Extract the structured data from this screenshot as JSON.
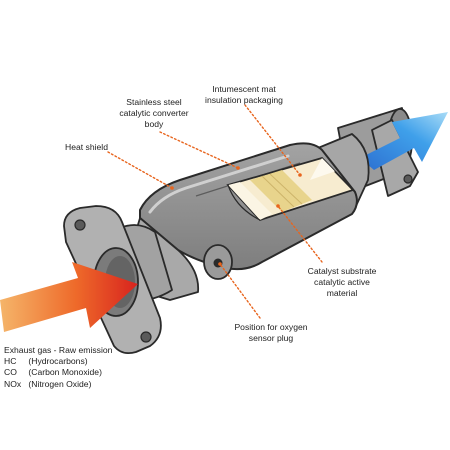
{
  "labels": {
    "mat": [
      "Intumescent mat",
      "insulation packaging"
    ],
    "body": [
      "Stainless steel",
      "catalytic converter",
      "body"
    ],
    "shield": "Heat shield",
    "substrate": [
      "Catalyst substrate",
      "catalytic active",
      "material"
    ],
    "sensor": [
      "Position for oxygen",
      "sensor plug"
    ]
  },
  "emission": {
    "title": "Exhaust gas - Raw emission",
    "items": [
      {
        "abbr": "HC",
        "name": "(Hydrocarbons)"
      },
      {
        "abbr": "CO",
        "name": "(Carbon Monoxide)"
      },
      {
        "abbr": "NOx",
        "name": "(Nitrogen Oxide)"
      }
    ]
  },
  "colors": {
    "metal_dark": "#8f8f8f",
    "metal_mid": "#bdbdbd",
    "metal_light": "#e4e4e4",
    "outline": "#2a2a2a",
    "substrate_cream": "#f7ecd0",
    "mat_yellow": "#e8d48c",
    "leader_orange": "#e8651e",
    "inlet_arrow": "#d8231e",
    "outlet_arrow": "#2d8fe0"
  }
}
